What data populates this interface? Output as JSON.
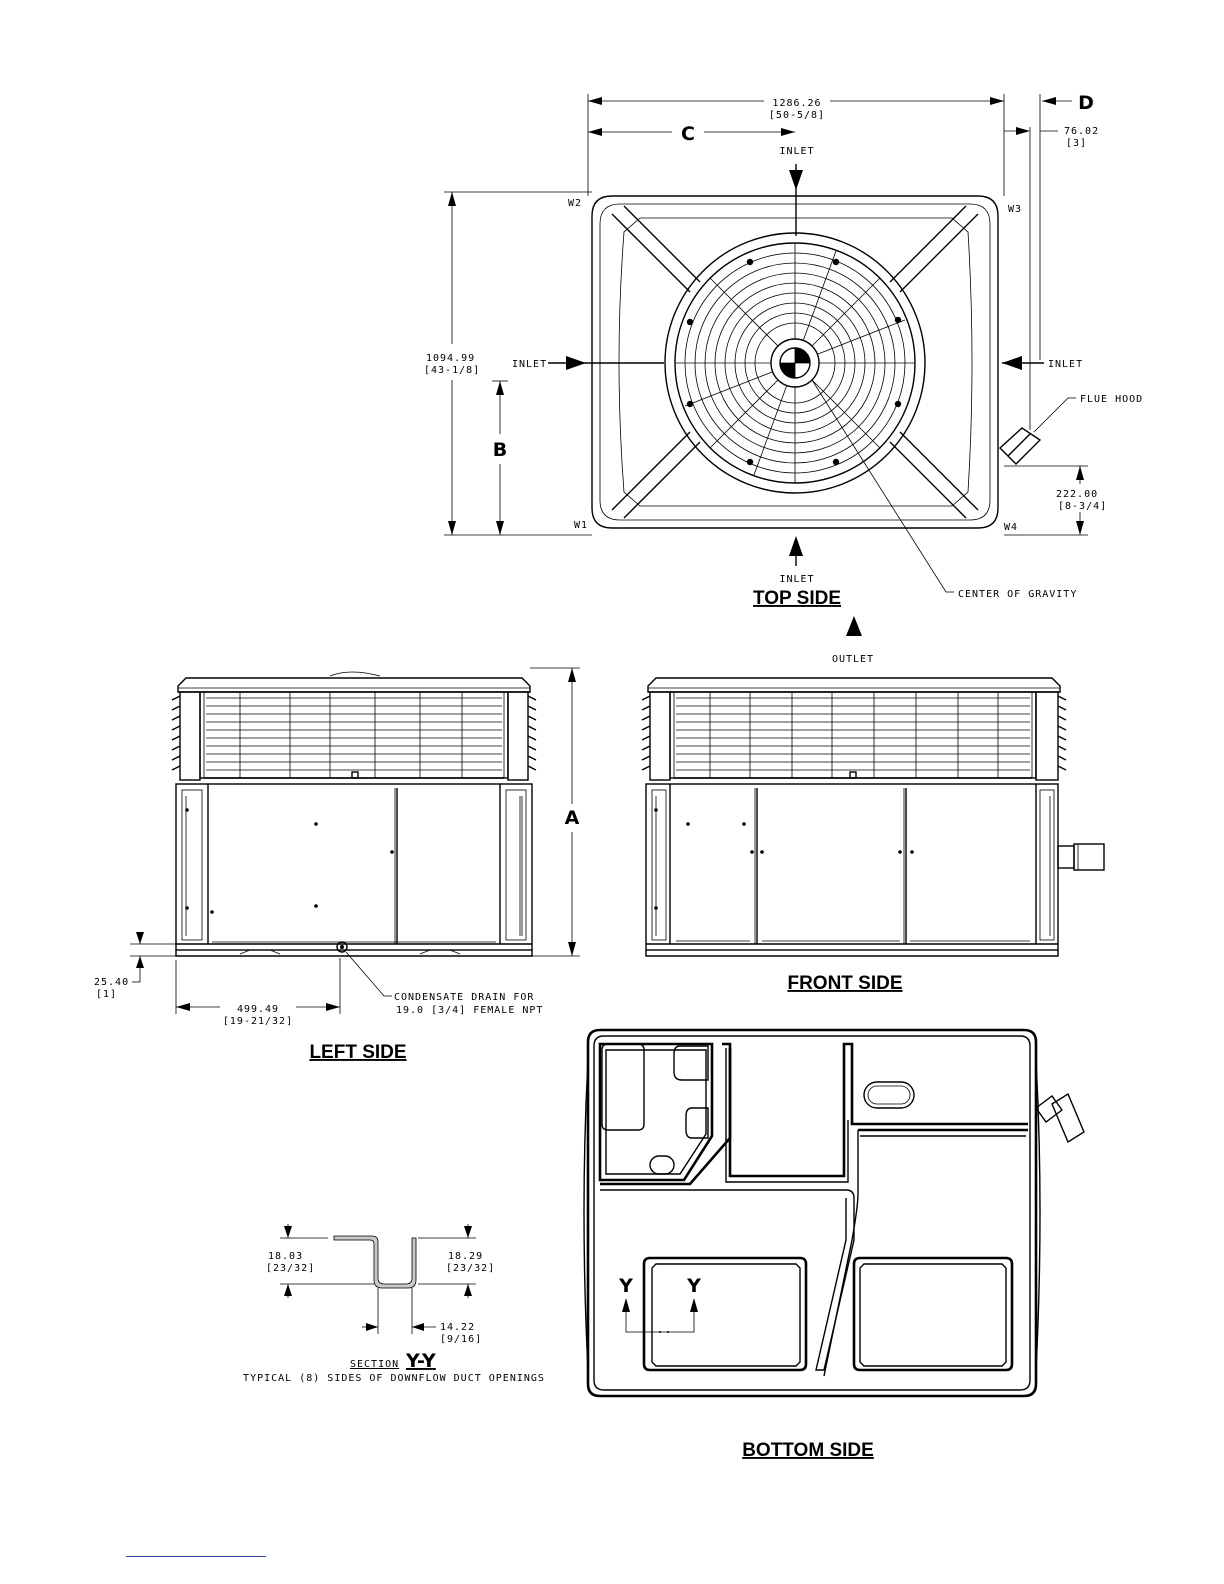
{
  "views": {
    "top": "TOP SIDE",
    "left": "LEFT SIDE",
    "front": "FRONT SIDE",
    "bottom": "BOTTOM SIDE"
  },
  "top_view": {
    "width_mm": "1286.26",
    "width_in": "[50-5/8]",
    "depth_mm": "1094.99",
    "depth_in": "[43-1/8]",
    "offset_mm": "76.02",
    "offset_in": "[3]",
    "flue_mm": "222.00",
    "flue_in": "[8-3/4]",
    "label_c": "C",
    "label_d": "D",
    "label_b": "B",
    "inlet": "INLET",
    "flue_hood": "FLUE HOOD",
    "center_of_gravity": "CENTER OF GRAVITY",
    "w1": "W1",
    "w2": "W2",
    "w3": "W3",
    "w4": "W4"
  },
  "outlet": "OUTLET",
  "left_view": {
    "label_a": "A",
    "base_mm": "25.40",
    "base_in": "[1]",
    "drain_mm": "499.49",
    "drain_in": "[19-21/32]",
    "drain_note_1": "CONDENSATE DRAIN FOR",
    "drain_note_2": "19.0 [3/4] FEMALE NPT"
  },
  "section": {
    "d1_mm": "18.03",
    "d1_in": "[23/32]",
    "d2_mm": "18.29",
    "d2_in": "[23/32]",
    "d3_mm": "14.22",
    "d3_in": "[9/16]",
    "label": "SECTION",
    "label_yy": "Y-Y",
    "note": "TYPICAL (8) SIDES OF DOWNFLOW DUCT OPENINGS"
  },
  "bottom_view": {
    "y_left": "Y",
    "y_right": "Y"
  }
}
